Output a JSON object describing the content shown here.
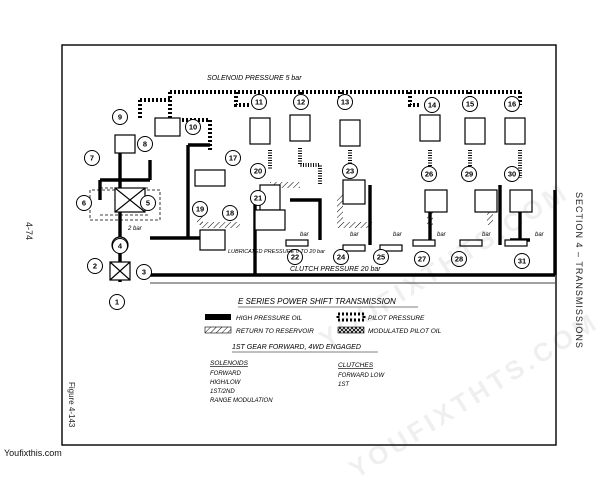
{
  "page_number": "4-74",
  "section_label": "SECTION 4 – TRANSMISSIONS",
  "figure_label": "Figure 4-143",
  "footer_site": "Youfixthis.com",
  "watermark": "YOUFIXTHTS.COM",
  "labels": {
    "solenoid_pressure": "SOLENOID PRESSURE 5 bar",
    "clutch_pressure": "CLUTCH PRESSURE 20 bar",
    "lubricated_pressure": "LUBRICATED PRESSURE 0 TO 20 bar",
    "bar": "bar",
    "two_bar": "2 bar"
  },
  "components": [
    "1",
    "2",
    "3",
    "4",
    "5",
    "6",
    "7",
    "8",
    "9",
    "10",
    "11",
    "12",
    "13",
    "14",
    "15",
    "16",
    "17",
    "18",
    "19",
    "20",
    "21",
    "22",
    "23",
    "24",
    "25",
    "26",
    "27",
    "28",
    "29",
    "30",
    "31"
  ],
  "legend": {
    "title": "E SERIES POWER SHIFT TRANSMISSION",
    "items": [
      {
        "label": "HIGH PRESSURE OIL",
        "pattern": "solid"
      },
      {
        "label": "PILOT PRESSURE",
        "pattern": "dotted"
      },
      {
        "label": "RETURN TO RESERVOIR",
        "pattern": "hatched"
      },
      {
        "label": "MODULATED PILOT OIL",
        "pattern": "cross"
      }
    ],
    "engaged": "1ST GEAR FORWARD, 4WD ENGAGED",
    "solenoids_title": "SOLENOIDS",
    "solenoids": [
      "FORWARD",
      "HIGH/LOW",
      "1ST/2ND",
      "RANGE MODULATION"
    ],
    "clutches_title": "CLUTCHES",
    "clutches": [
      "FORWARD LOW",
      "1ST"
    ]
  }
}
